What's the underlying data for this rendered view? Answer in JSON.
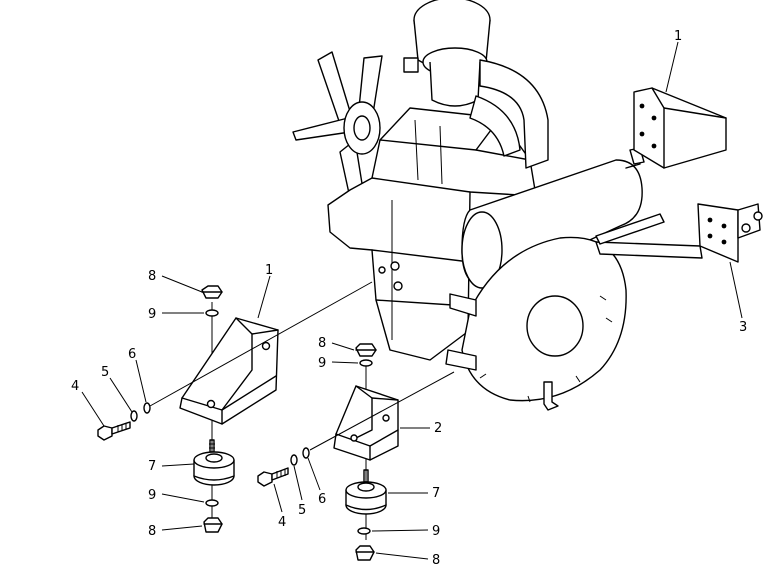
{
  "diagram": {
    "title": "",
    "callouts": [
      {
        "id": "c1-top",
        "label": "1"
      },
      {
        "id": "c1-left",
        "label": "1"
      },
      {
        "id": "c2",
        "label": "2"
      },
      {
        "id": "c3",
        "label": "3"
      },
      {
        "id": "c4-left",
        "label": "4"
      },
      {
        "id": "c4-mid",
        "label": "4"
      },
      {
        "id": "c5-left",
        "label": "5"
      },
      {
        "id": "c5-mid",
        "label": "5"
      },
      {
        "id": "c6-left",
        "label": "6"
      },
      {
        "id": "c6-mid",
        "label": "6"
      },
      {
        "id": "c7-left",
        "label": "7"
      },
      {
        "id": "c7-right",
        "label": "7"
      },
      {
        "id": "c8-left-top",
        "label": "8"
      },
      {
        "id": "c8-left-bottom",
        "label": "8"
      },
      {
        "id": "c8-right-top",
        "label": "8"
      },
      {
        "id": "c8-right-bottom",
        "label": "8"
      },
      {
        "id": "c9-left-top",
        "label": "9"
      },
      {
        "id": "c9-left-bottom",
        "label": "9"
      },
      {
        "id": "c9-right-top",
        "label": "9"
      },
      {
        "id": "c9-right-bottom",
        "label": "9"
      }
    ]
  }
}
